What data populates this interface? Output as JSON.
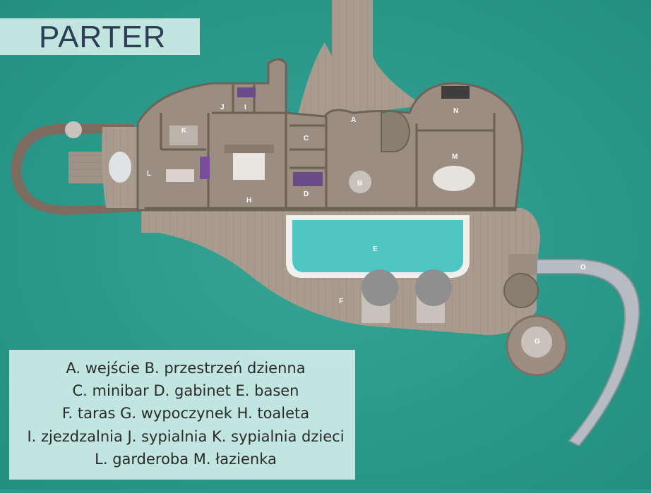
{
  "title": "PARTER",
  "colors": {
    "water": "#2a9a8a",
    "deck": "#a89a8c",
    "roof": "#9a8c80",
    "pool": "#4ec6c2",
    "slide": "#b0b6bb",
    "legend_bg": "#d2eee9",
    "text": "#2c3e55"
  },
  "room_labels": {
    "a": "A",
    "b": "B",
    "c": "C",
    "d": "D",
    "e": "E",
    "f": "F",
    "g": "G",
    "h": "H",
    "i": "I",
    "j": "J",
    "k": "K",
    "l": "L",
    "m": "M",
    "n": "N",
    "o": "O"
  },
  "legend": {
    "line1": "A. wejście B. przestrzeń dzienna",
    "line2": "C. minibar D. gabinet E. basen",
    "line3": "F. taras G. wypoczynek H. toaleta",
    "line4": "I. zjezdzalnia J. sypialnia K. sypialnia dzieci",
    "line5": "L. garderoba M. łazienka"
  }
}
